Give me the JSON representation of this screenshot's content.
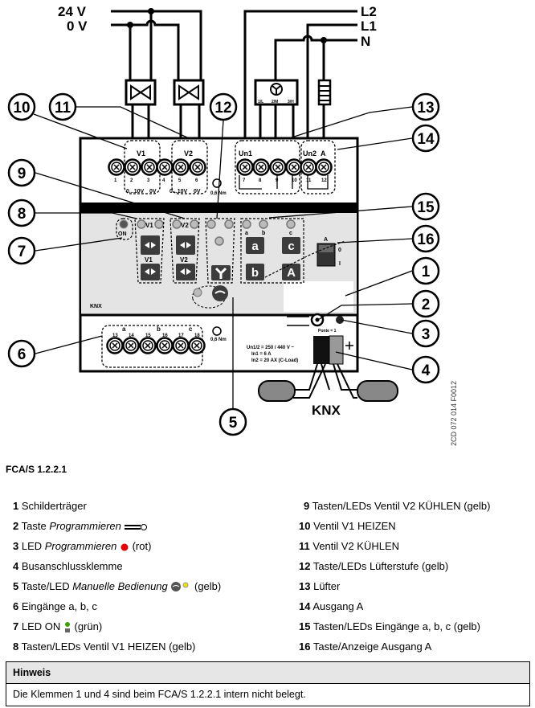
{
  "diagram": {
    "supply_left": [
      "24 V",
      "0 V"
    ],
    "supply_right": [
      "L2",
      "L1",
      "N"
    ],
    "fan_terminals": [
      "1/L",
      "2/M",
      "3/H"
    ],
    "top_groups": {
      "v1": "V1",
      "v2": "V2",
      "un1": "Un1",
      "un2": "Un2",
      "a": "A"
    },
    "top_terminals_left": [
      "1",
      "2",
      "3",
      "4",
      "5",
      "6"
    ],
    "top_terminals_right": [
      "7",
      "8",
      "9",
      "10",
      "11",
      "12"
    ],
    "signal_labels": [
      "0...10V",
      "0V",
      "0...10V",
      "0V"
    ],
    "torque": "0,6 Nm",
    "panel": {
      "on": "ON",
      "v1": "V1",
      "v2": "V2",
      "inputs": [
        "a",
        "b",
        "c"
      ],
      "buttons": [
        "a",
        "b",
        "c",
        "A"
      ],
      "switch_label": "A",
      "switch_positions": [
        "0",
        "I"
      ],
      "knx_logo": "KNX"
    },
    "bottom_inputs": [
      "a",
      "b",
      "c"
    ],
    "bottom_terminals": [
      "13",
      "14",
      "15",
      "16",
      "17",
      "18"
    ],
    "ratings": [
      "Un1/2 = 250 / 440 V ~",
      "In1 = 6 A",
      "In2 = 20 AX (C-Load)"
    ],
    "bus_label": "Ponte = 1",
    "knx_label": "KNX",
    "drawing_id": "2CD 072 014 F0012",
    "callouts": [
      "1",
      "2",
      "3",
      "4",
      "5",
      "6",
      "7",
      "8",
      "9",
      "10",
      "11",
      "12",
      "13",
      "14",
      "15",
      "16"
    ]
  },
  "model": "FCA/S 1.2.2.1",
  "legend": [
    {
      "num": "1",
      "text": "Schilderträger"
    },
    {
      "num": "2",
      "text": "Taste ",
      "italic": "Programmieren",
      "icon": "programming-button-icon"
    },
    {
      "num": "3",
      "text": "LED ",
      "italic": "Programmieren",
      "icon": "red-led-icon",
      "post": " (rot)"
    },
    {
      "num": "4",
      "text": "Busanschlussklemme"
    },
    {
      "num": "5",
      "text": "Taste/LED ",
      "italic": "Manuelle Bedienung",
      "icon": "manual-operation-icon",
      "post": " (gelb)"
    },
    {
      "num": "6",
      "text": "Eingänge a, b, c"
    },
    {
      "num": "7",
      "text": "LED ON",
      "icon": "green-led-icon",
      "post": " (grün)"
    },
    {
      "num": "8",
      "text": "Tasten/LEDs Ventil V1 HEIZEN (gelb)"
    },
    {
      "num": "9",
      "text": "Tasten/LEDs Ventil V2 KÜHLEN (gelb)"
    },
    {
      "num": "10",
      "text": "Ventil V1 HEIZEN"
    },
    {
      "num": "11",
      "text": "Ventil V2 KÜHLEN"
    },
    {
      "num": "12",
      "text": "Taste/LEDs Lüfterstufe (gelb)"
    },
    {
      "num": "13",
      "text": "Lüfter"
    },
    {
      "num": "14",
      "text": "Ausgang A"
    },
    {
      "num": "15",
      "text": "Tasten/LEDs Eingänge a, b, c (gelb)"
    },
    {
      "num": "16",
      "text": "Taste/Anzeige Ausgang A"
    }
  ],
  "hinweis": {
    "title": "Hinweis",
    "text": "Die Klemmen 1 und 4 sind beim FCA/S 1.2.2.1 intern nicht belegt."
  },
  "colors": {
    "led_red": "#e00000",
    "led_green": "#3aa000",
    "led_yellow": "#f0e000",
    "panel_grey": "#e4e4e4",
    "button_dark": "#3c3c3c"
  }
}
